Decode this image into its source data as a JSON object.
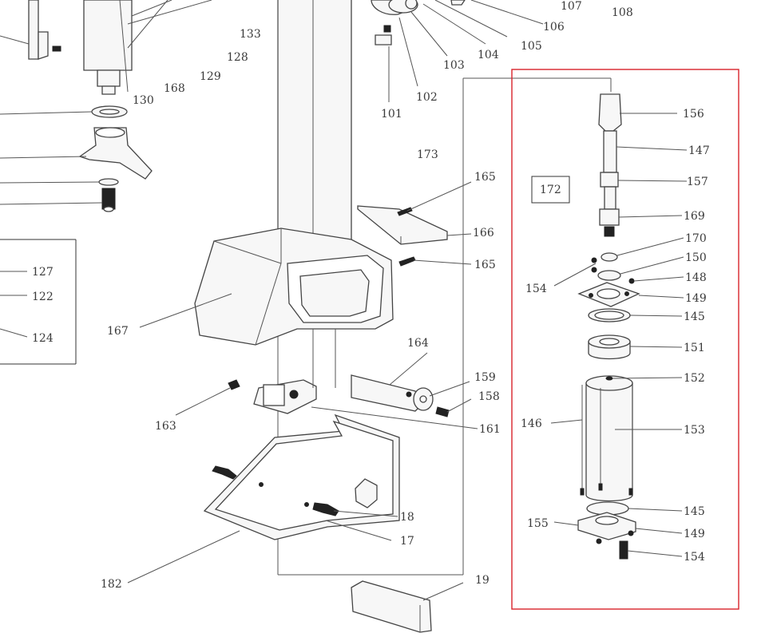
{
  "diagram": {
    "highlight_color": "#d8232a",
    "line_color": "#555555",
    "box_label": "172",
    "labels": {
      "l107": "107",
      "l108": "108",
      "l106": "106",
      "l105": "105",
      "l104": "104",
      "l103": "103",
      "l102": "102",
      "l101": "101",
      "l133": "133",
      "l128": "128",
      "l129": "129",
      "l168": "168",
      "l130": "130",
      "l173": "173",
      "l165a": "165",
      "l166": "166",
      "l165b": "165",
      "l127": "127",
      "l122": "122",
      "l124": "124",
      "l167": "167",
      "l164": "164",
      "l159": "159",
      "l158": "158",
      "l163": "163",
      "l161": "161",
      "l18": "18",
      "l17": "17",
      "l182": "182",
      "l19": "19",
      "l156": "156",
      "l147": "147",
      "l157": "157",
      "l169": "169",
      "l170": "170",
      "l150": "150",
      "l154a": "154",
      "l148": "148",
      "l149a": "149",
      "l145a": "145",
      "l151": "151",
      "l152": "152",
      "l146": "146",
      "l153": "153",
      "l145b": "145",
      "l155": "155",
      "l149b": "149",
      "l154b": "154"
    }
  }
}
